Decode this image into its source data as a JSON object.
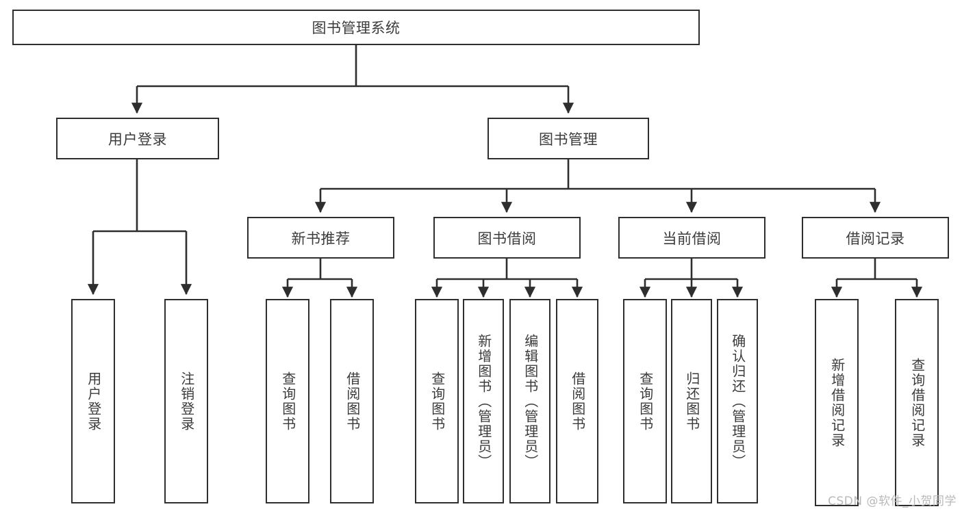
{
  "diagram": {
    "title": "图书管理系统",
    "type": "tree-hierarchy",
    "root": {
      "label": "图书管理系统"
    },
    "level2": [
      {
        "label": "用户登录"
      },
      {
        "label": "图书管理"
      }
    ],
    "level3": [
      {
        "label": "新书推荐",
        "parent": "图书管理"
      },
      {
        "label": "图书借阅",
        "parent": "图书管理"
      },
      {
        "label": "当前借阅",
        "parent": "图书管理"
      },
      {
        "label": "借阅记录",
        "parent": "图书管理"
      }
    ],
    "leaves": [
      {
        "label": "用户登录",
        "parent": "用户登录"
      },
      {
        "label": "注销登录",
        "parent": "用户登录"
      },
      {
        "label": "查询图书",
        "parent": "新书推荐"
      },
      {
        "label": "借阅图书",
        "parent": "新书推荐"
      },
      {
        "label": "查询图书",
        "parent": "图书借阅"
      },
      {
        "label": "新增图书（管理员）",
        "parent": "图书借阅"
      },
      {
        "label": "编辑图书（管理员）",
        "parent": "图书借阅"
      },
      {
        "label": "借阅图书",
        "parent": "图书借阅"
      },
      {
        "label": "查询图书",
        "parent": "当前借阅"
      },
      {
        "label": "归还图书",
        "parent": "当前借阅"
      },
      {
        "label": "确认归还（管理员）",
        "parent": "当前借阅"
      },
      {
        "label": "新增借阅记录",
        "parent": "借阅记录"
      },
      {
        "label": "查询借阅记录",
        "parent": "借阅记录"
      }
    ],
    "watermark": "CSDN @软件_小贺同学",
    "colors": {
      "border": "#2e2e2e",
      "text": "#3b3b3b",
      "background": "#ffffff",
      "watermark": "#b9b9b9"
    }
  }
}
